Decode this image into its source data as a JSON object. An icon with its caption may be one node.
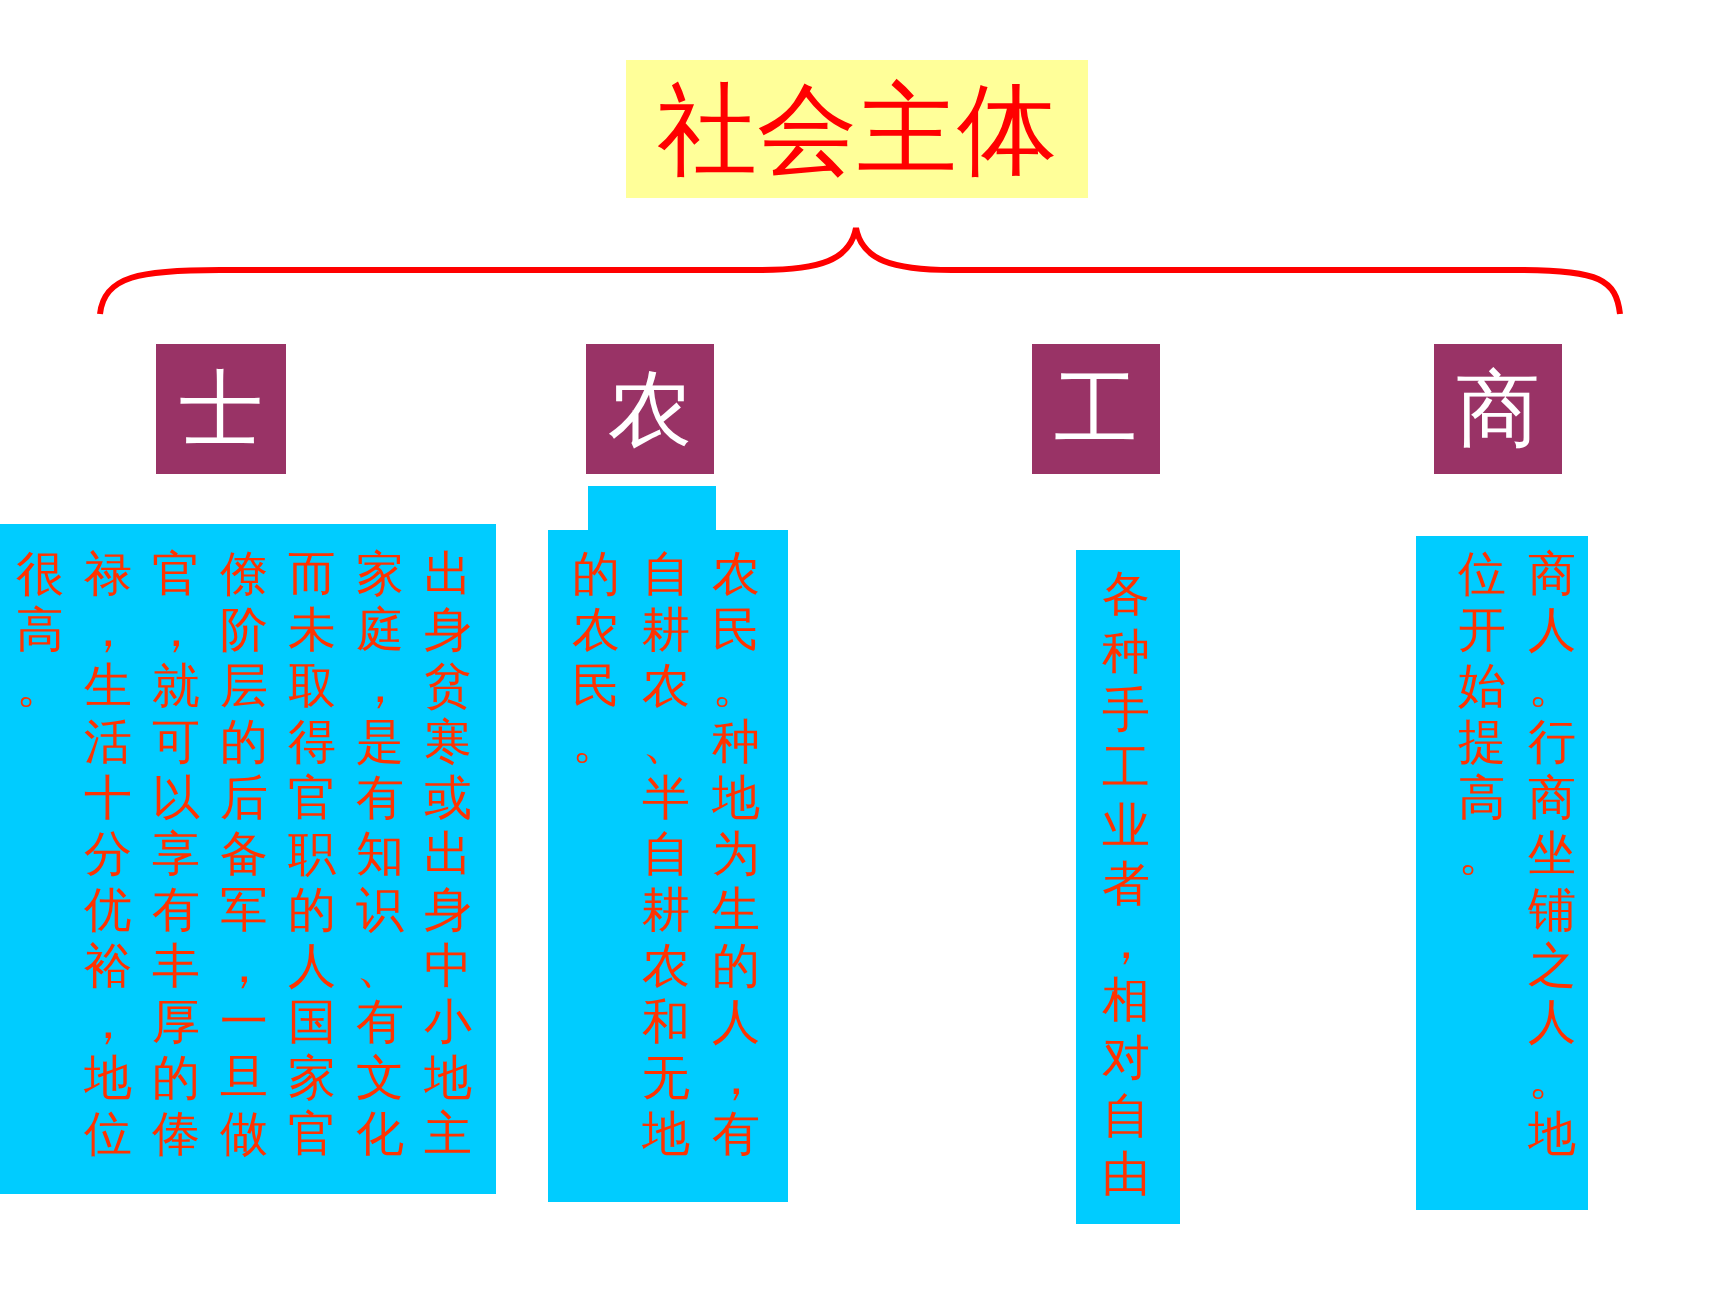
{
  "diagram": {
    "title": "社会主体",
    "nodes": [
      {
        "text": [
          "士"
        ]
      },
      {
        "text": [
          "农"
        ]
      },
      {
        "text": [
          "工"
        ]
      },
      {
        "text": [
          "商"
        ]
      },
      {
        "text": [
          "出身贫寒或出身中小地主家庭，是有知识、有文化而未取得官职的人国家官僚阶层的后备军，一旦做官，就可以享有丰厚的俸禄，生活十分优裕，地位很高。"
        ]
      },
      {
        "text": [
          "农民。种地为生的人，有自耕农、半自耕农和无地的农民。"
        ]
      },
      {
        "text": [
          "各种手工业者，相对自由"
        ]
      },
      {
        "text": [
          "商人。行商坐铺之人。地位开始提高。"
        ]
      }
    ]
  }
}
